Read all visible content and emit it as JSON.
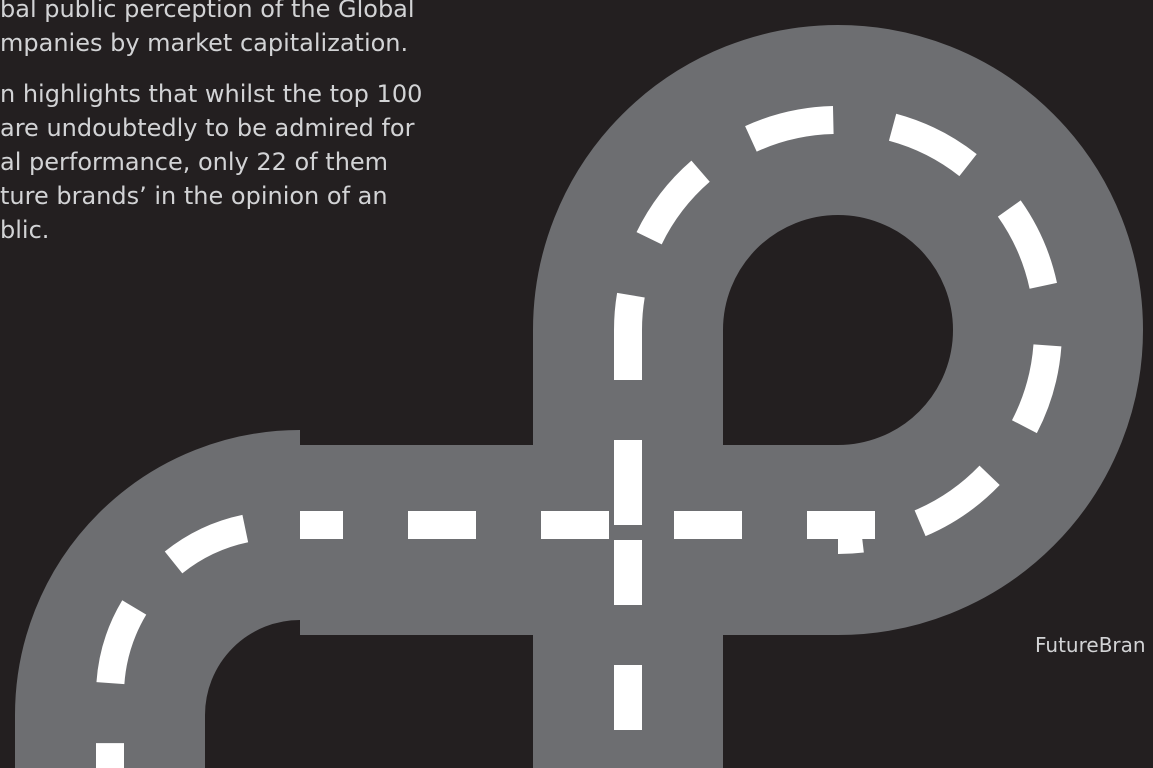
{
  "text_block": {
    "paragraph_1": [
      "bal public perception of the Global",
      "mpanies by market capitalization."
    ],
    "paragraph_2": [
      "n highlights that whilst the top 100",
      "are undoubtedly to be admired for",
      "al performance, only 22 of them",
      "ture brands’ in the opinion of an",
      "blic."
    ]
  },
  "footer": {
    "brand": "FutureBran"
  },
  "colors": {
    "background": "#231f20",
    "road": "#6d6e71",
    "road_marking": "#ffffff",
    "text": "#d2d3d5"
  }
}
